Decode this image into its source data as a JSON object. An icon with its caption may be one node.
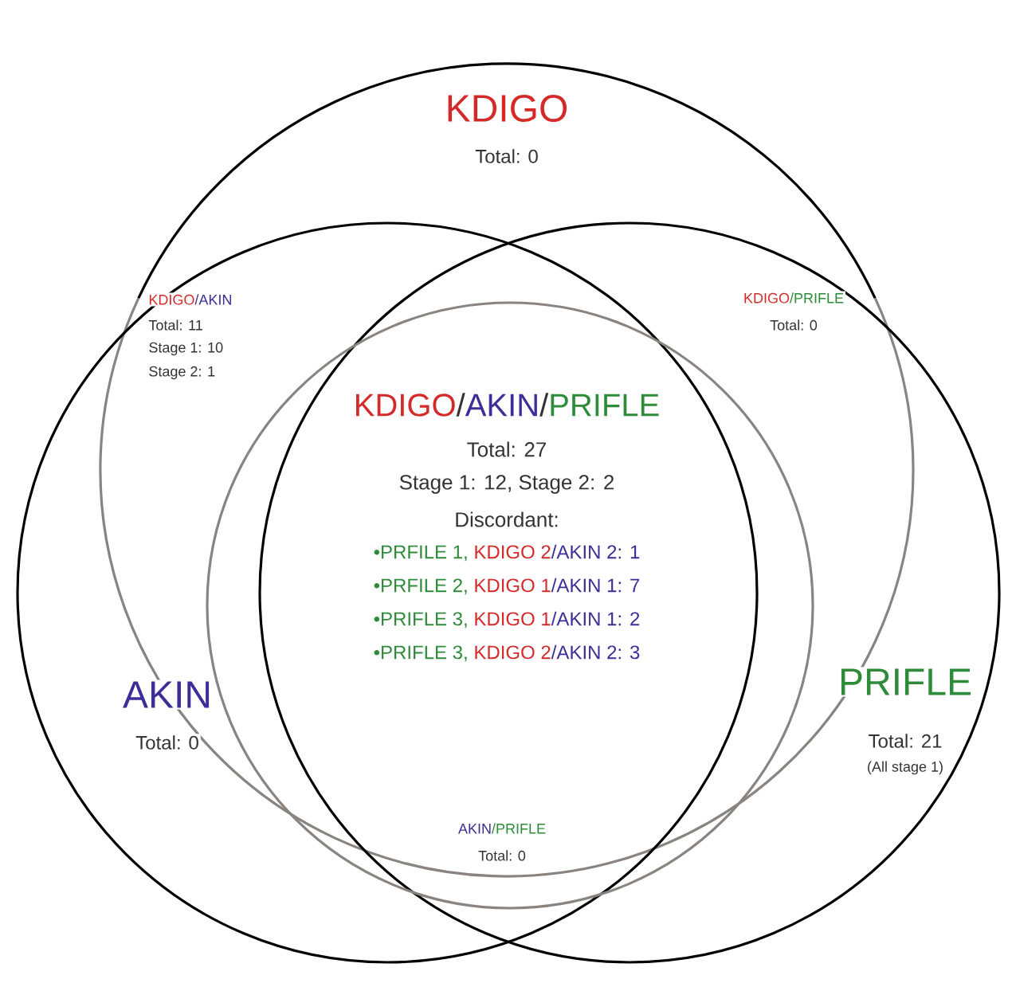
{
  "diagram": {
    "nodes": [
      {
        "text": [
          "KDIGO",
          "Total: 0"
        ]
      },
      {
        "text": [
          "AKIN",
          "Total: 0"
        ]
      },
      {
        "text": [
          "PRIFLE",
          "Total: 21",
          "(All stage 1)"
        ]
      }
    ],
    "labels": [
      "KDIGO",
      "/",
      "AKIN",
      "Total: 11",
      "Stage 1: 10",
      "Stage 2: 1",
      "KDIGO",
      "/",
      "PRIFLE",
      "Total: 0",
      "KDIGO",
      "/",
      "AKIN",
      "/",
      "PRIFLE",
      "Total: 27",
      "Stage 1: 12, Stage 2: 2",
      "Discordant:",
      "•PRFILE 1,",
      "KDIGO 2",
      "/AKIN 2: 1",
      "•PRFILE 2,",
      "KDIGO 1",
      "/AKIN 1: 7",
      "•PRIFLE 3,",
      "KDIGO 1",
      "/AKIN 1: 2",
      "•PRIFLE 3,",
      "KDIGO 2",
      "/AKIN 2: 3",
      "AKIN",
      "/",
      "PRIFLE",
      "Total: 0"
    ]
  }
}
